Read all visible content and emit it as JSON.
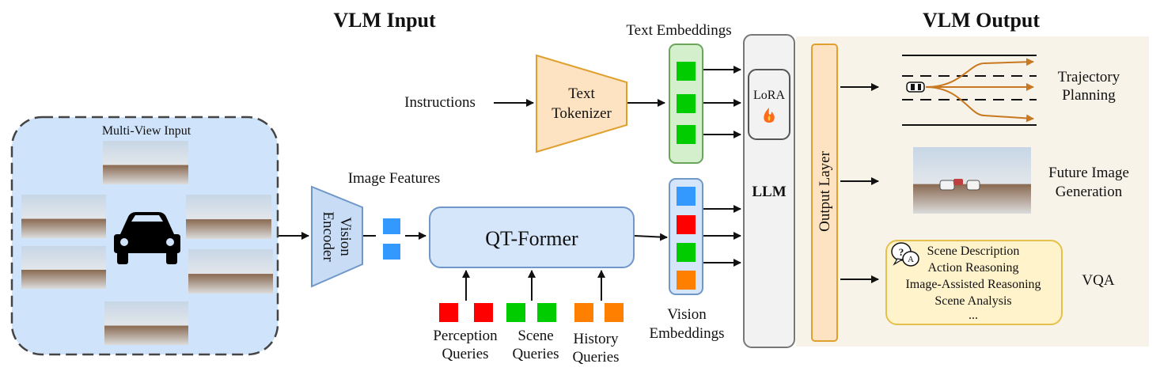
{
  "titles": {
    "input": "VLM Input",
    "output": "VLM Output"
  },
  "multi_view": {
    "label": "Multi-View Input",
    "icon": "car-icon"
  },
  "vision_encoder": {
    "line1": "Vision",
    "line2": "Encoder"
  },
  "image_features": "Image Features",
  "qt_former": "QT-Former",
  "queries": {
    "perception": {
      "line1": "Perception",
      "line2": "Queries",
      "color": "#ff0000"
    },
    "scene": {
      "line1": "Scene",
      "line2": "Queries",
      "color": "#00cc00"
    },
    "history": {
      "line1": "History",
      "line2": "Queries",
      "color": "#ff8000"
    }
  },
  "instructions": "Instructions",
  "text_tokenizer": {
    "line1": "Text",
    "line2": "Tokenizer"
  },
  "text_embeddings": "Text Embeddings",
  "vision_embeddings": {
    "line1": "Vision",
    "line2": "Embeddings"
  },
  "llm": {
    "label": "LLM",
    "lora": "LoRA",
    "lora_icon": "fire-icon"
  },
  "output_layer": "Output Layer",
  "outputs": {
    "trajectory": {
      "line1": "Trajectory",
      "line2": "Planning"
    },
    "future_image": {
      "line1": "Future Image",
      "line2": "Generation"
    },
    "vqa": {
      "label": "VQA",
      "items": [
        "Scene Description",
        "Action Reasoning",
        "Image-Assisted Reasoning",
        "Scene Analysis",
        "..."
      ]
    }
  },
  "colors": {
    "blue_token": "#3399ff",
    "green_token": "#00cc00",
    "red_token": "#ff0000",
    "orange_token": "#ff8000",
    "input_panel": "#cfe3fb",
    "output_panel": "#f7f3e8",
    "tokenizer_fill": "#fde3c1",
    "tokenizer_stroke": "#e0a030",
    "vqa_fill": "#fff3cc",
    "vqa_stroke": "#e6c04a"
  }
}
